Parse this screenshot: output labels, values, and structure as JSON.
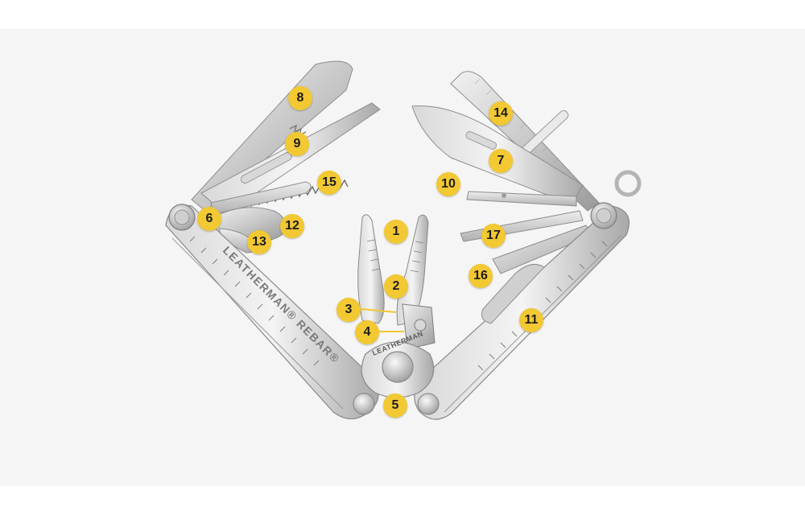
{
  "colors": {
    "backdrop": "#f5f5f5",
    "badge": "#f2c833",
    "steel_light": "#e4e4e4",
    "steel_mid": "#bdbdbd",
    "steel_dark": "#8c8c8c"
  },
  "engraving": {
    "handle_brand": "LEATHERMAN® REBAR®",
    "pivot_brand": "LEATHERMAN"
  },
  "callouts": [
    {
      "id": "callout-1",
      "label": "1"
    },
    {
      "id": "callout-2",
      "label": "2"
    },
    {
      "id": "callout-3",
      "label": "3"
    },
    {
      "id": "callout-4",
      "label": "4"
    },
    {
      "id": "callout-5",
      "label": "5"
    },
    {
      "id": "callout-6",
      "label": "6"
    },
    {
      "id": "callout-7",
      "label": "7"
    },
    {
      "id": "callout-8",
      "label": "8"
    },
    {
      "id": "callout-9",
      "label": "9"
    },
    {
      "id": "callout-10",
      "label": "10"
    },
    {
      "id": "callout-11",
      "label": "11"
    },
    {
      "id": "callout-12",
      "label": "12"
    },
    {
      "id": "callout-13",
      "label": "13"
    },
    {
      "id": "callout-14",
      "label": "14"
    },
    {
      "id": "callout-15",
      "label": "15"
    },
    {
      "id": "callout-16",
      "label": "16"
    },
    {
      "id": "callout-17",
      "label": "17"
    }
  ]
}
